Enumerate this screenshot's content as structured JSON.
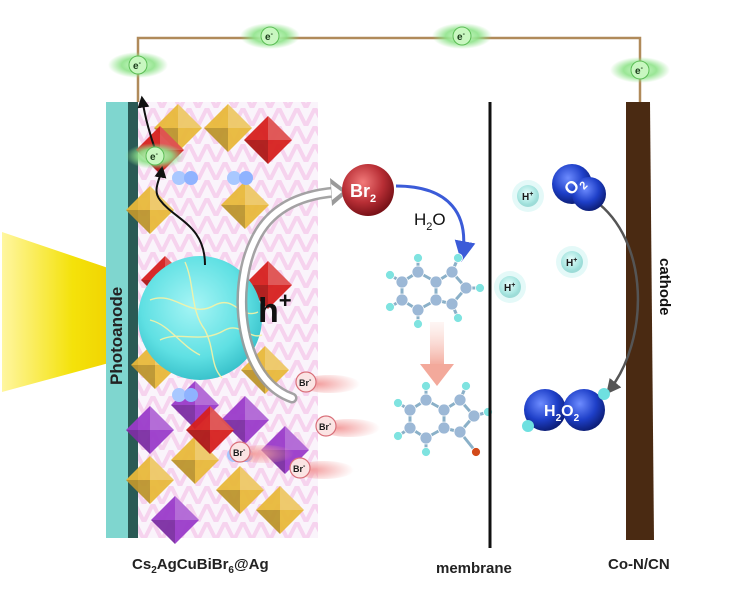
{
  "labels": {
    "photoanode": "Photoanode",
    "cathode": "cathode",
    "h_plus": "h",
    "h_plus_sup": "+",
    "br2": "Br",
    "br2_sub": "2",
    "h2o": "H",
    "h2o_sub": "2",
    "h2o_tail": "O",
    "o2": "O",
    "o2_sub": "2",
    "h2o2": "H",
    "h2o2_sub1": "2",
    "h2o2_mid": "O",
    "h2o2_sub2": "2",
    "electron": "e",
    "electron_sup": "-",
    "proton": "H",
    "proton_sup": "+",
    "bromide": "Br",
    "bromide_sup": "-",
    "material_prefix": "Cs",
    "material_sub1": "2",
    "material_mid": "AgCuBiBr",
    "material_sub2": "6",
    "material_suffix": "@Ag",
    "membrane": "membrane",
    "cathode_material": "Co-N/CN"
  },
  "colors": {
    "photoanode_bar": "#7fd6cf",
    "cathode_bar": "#4a2a12",
    "br2_ball": "#b82e35",
    "o2_ball": "#1e3fc8",
    "electron_glow": "#8fe38a",
    "h_ball": "#8ad9d4",
    "crystal_yellow": "#e8b83a",
    "crystal_purple": "#9a3bc9",
    "crystal_red": "#d6201e",
    "sphere": "#5fe0e3",
    "light": "#f4e20a"
  },
  "icons": [
    "electron-icon",
    "proton-icon",
    "bromide-icon",
    "light-beam-icon",
    "benzene-molecule-icon",
    "ketone-molecule-icon"
  ]
}
